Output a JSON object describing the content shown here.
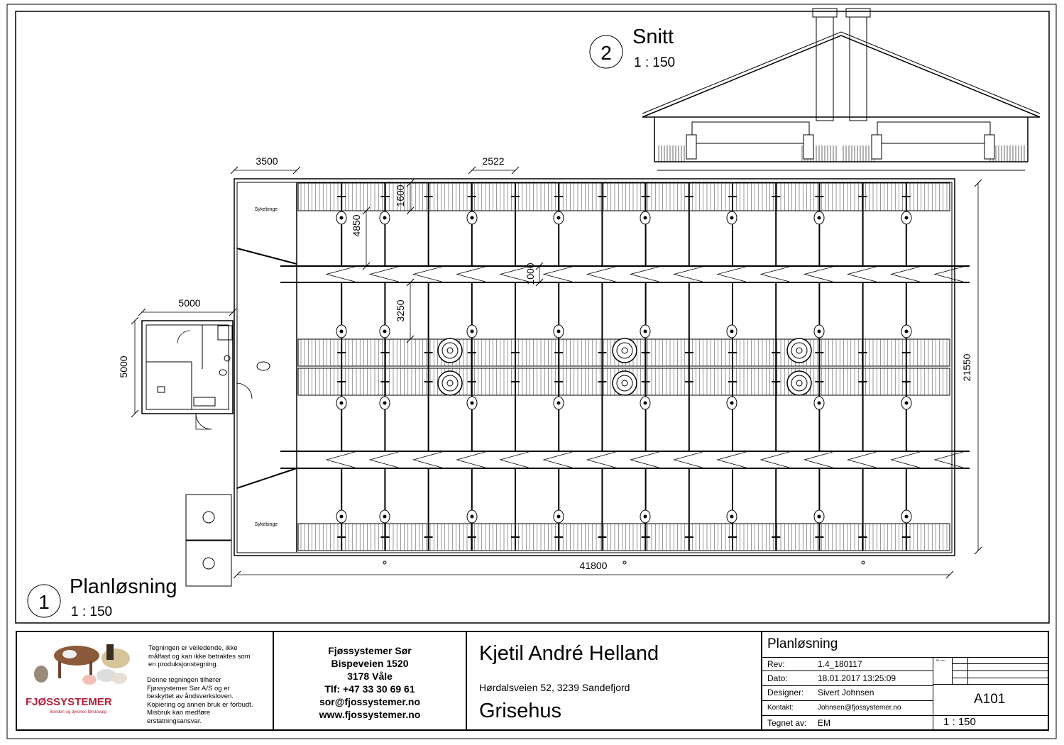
{
  "views": {
    "plan": {
      "number": "1",
      "title": "Planløsning",
      "scale": "1 : 150"
    },
    "section": {
      "number": "2",
      "title": "Snitt",
      "scale": "1 : 150"
    }
  },
  "dimensions": {
    "entry_width": "3500",
    "slat_spacing": "2522",
    "slat_depth": "1600",
    "pen_depth": "4850",
    "corridor_width": "1000",
    "inner_pen_depth": "3250",
    "annex_width": "5000",
    "annex_height": "5000",
    "building_width": "21550",
    "building_length": "41800"
  },
  "rooms": {
    "sick_pen_top": "Sykebinge",
    "sick_pen_bottom": "Sykebinge"
  },
  "title_block": {
    "logo": {
      "brand": "FJØSSYSTEMER",
      "tagline": "Bonden og dyrenes førstevalg",
      "brand_color": "#b0203a"
    },
    "disclaimer": [
      "Tegningen er veiledende, ikke",
      "målfast og kan ikke betraktes som",
      "en produksjonstegning.",
      "Denne tegningen tilhører",
      "Fjøssystemer Sør A/S og er",
      "beskyttet av åndsverksloven.",
      "Kopiering og annen bruk er forbudt.",
      "Misbruk kan medføre",
      "erstatningsansvar."
    ],
    "company": [
      "Fjøssystemer Sør",
      "Bispeveien 1520",
      "3178 Våle",
      "Tlf: +47 33 30 69 61",
      "sor@fjossystemer.no",
      "www.fjossystemer.no"
    ],
    "client": {
      "name": "Kjetil André Helland",
      "address": "Hørdalsveien 52, 3239 Sandefjord",
      "project": "Grisehus"
    },
    "sheet": {
      "title": "Planløsning",
      "rev_label": "Rev:",
      "rev": "1.4_180117",
      "date_label": "Dato:",
      "date": "18.01.2017 13:25:09",
      "designer_label": "Designer:",
      "designer": "Sivert Johnsen",
      "contact_label": "Kontakt:",
      "contact": "Johnsen@fjossystemer.no",
      "drawn_label": "Tegnet av:",
      "drawn": "EM",
      "addl_rev_label": "Till. rev:",
      "number": "A101",
      "scale": "1 : 150"
    }
  }
}
